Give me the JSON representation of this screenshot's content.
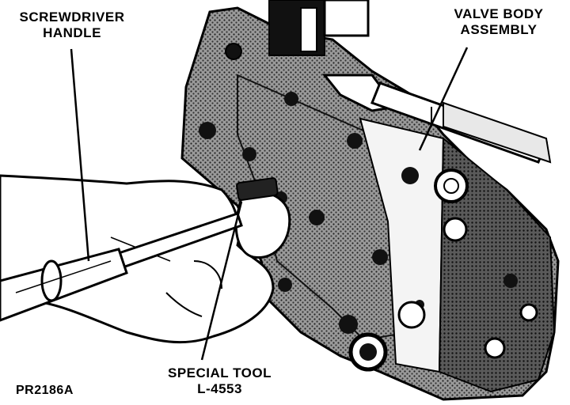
{
  "labels": {
    "screwdriver_handle": [
      "SCREWDRIVER",
      "HANDLE"
    ],
    "valve_body_assembly": [
      "VALVE BODY",
      "ASSEMBLY"
    ],
    "special_tool": [
      "SPECIAL TOOL",
      "L-4553"
    ],
    "figure_id": "PR2186A"
  },
  "colors": {
    "ink": "#000000",
    "paper": "#ffffff",
    "casting": "#8a8a8a"
  }
}
